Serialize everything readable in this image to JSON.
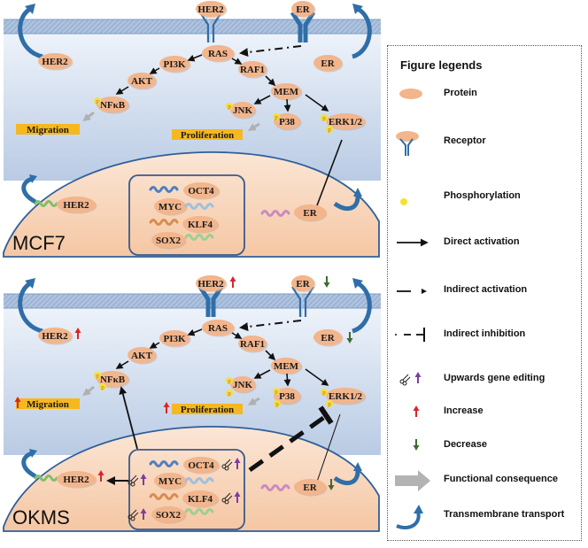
{
  "panels": [
    {
      "id": "mcf7",
      "cell_label": "MCF7",
      "surface": {
        "her2": "HER2",
        "er": "ER"
      },
      "cytoplasm": {
        "her2": "HER2",
        "er": "ER",
        "ras": "RAS",
        "pi3k": "PI3K",
        "akt": "AKT",
        "nfkb": "NFκB",
        "raf1": "RAF1",
        "mem": "MEM",
        "jnk": "JNK",
        "p38": "P38",
        "erk": "ERK1/2"
      },
      "functions": {
        "migration": "Migration",
        "proliferation": "Proliferation"
      },
      "nucleus": {
        "her2": "HER2",
        "er": "ER"
      },
      "okms_box": {
        "oct4": "OCT4",
        "myc": "MYC",
        "klf4": "KLF4",
        "sox2": "SOX2"
      }
    },
    {
      "id": "okms",
      "cell_label": "OKMS",
      "surface": {
        "her2": "HER2",
        "er": "ER"
      },
      "cytoplasm": {
        "her2": "HER2",
        "er": "ER",
        "ras": "RAS",
        "pi3k": "PI3K",
        "akt": "AKT",
        "nfkb": "NFκB",
        "raf1": "RAF1",
        "mem": "MEM",
        "jnk": "JNK",
        "p38": "P38",
        "erk": "ERK1/2"
      },
      "functions": {
        "migration": "Migration",
        "proliferation": "Proliferation"
      },
      "nucleus": {
        "her2": "HER2",
        "er": "ER"
      },
      "okms_box": {
        "oct4": "OCT4",
        "myc": "MYC",
        "klf4": "KLF4",
        "sox2": "SOX2"
      },
      "changes": {
        "surface_her2": "increase",
        "surface_er": "decrease",
        "cyto_her2": "increase",
        "cyto_er": "decrease",
        "migration": "increase",
        "proliferation": "increase",
        "nuclear_her2": "increase",
        "nuclear_er": "decrease",
        "oct4": "upwards-gene-editing",
        "myc": "upwards-gene-editing",
        "klf4": "upwards-gene-editing",
        "sox2": "upwards-gene-editing"
      }
    }
  ],
  "phospho_label": "p",
  "legend": {
    "title": "Figure legends",
    "items": [
      {
        "symbol": "protein",
        "label": "Protein"
      },
      {
        "symbol": "receptor",
        "label": "Receptor"
      },
      {
        "symbol": "phosphorylation",
        "label": "Phosphorylation"
      },
      {
        "symbol": "direct-activation",
        "label": "Direct activation"
      },
      {
        "symbol": "indirect-activation",
        "label": "Indirect activation"
      },
      {
        "symbol": "indirect-inhibition",
        "label": "Indirect inhibition"
      },
      {
        "symbol": "upwards-gene-editing",
        "label": "Upwards gene editing"
      },
      {
        "symbol": "increase",
        "label": "Increase"
      },
      {
        "symbol": "decrease",
        "label": "Decrease"
      },
      {
        "symbol": "functional-consequence",
        "label": "Functional consequence"
      },
      {
        "symbol": "transmembrane-transport",
        "label": "Transmembrane transport"
      }
    ]
  },
  "colors": {
    "protein": "#f2b58c",
    "membrane": "#8fa9cf",
    "receptor": "#2f6ea8",
    "cytoplasm": "#dfe7f3",
    "nucleus": "#f8d9c0",
    "nucleus_border": "#2e5f9a",
    "function_box": "#f6b81f",
    "phospho": "#f5e135",
    "increase": "#d7262b",
    "decrease": "#3d6b2c",
    "gene_edit": "#7b3fa0",
    "transport": "#2f6ea8",
    "functional_arrow": "#a9a9a9"
  }
}
